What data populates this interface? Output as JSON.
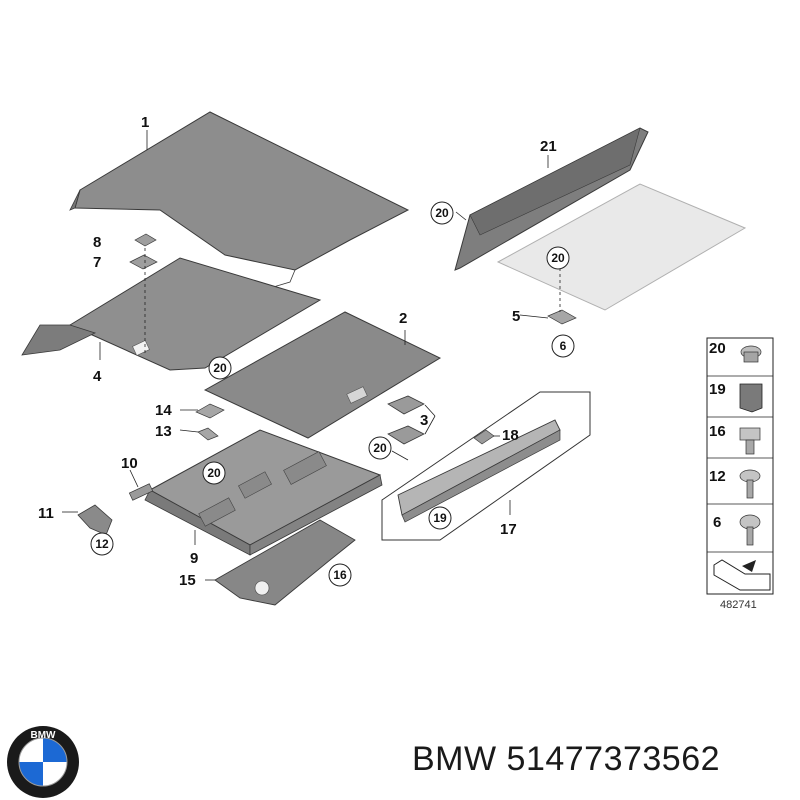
{
  "diagram": {
    "callouts": [
      {
        "id": "1",
        "label": "1"
      },
      {
        "id": "2",
        "label": "2"
      },
      {
        "id": "3",
        "label": "3"
      },
      {
        "id": "4",
        "label": "4"
      },
      {
        "id": "5",
        "label": "5"
      },
      {
        "id": "6",
        "label": "6"
      },
      {
        "id": "7",
        "label": "7"
      },
      {
        "id": "8",
        "label": "8"
      },
      {
        "id": "9",
        "label": "9"
      },
      {
        "id": "10",
        "label": "10"
      },
      {
        "id": "11",
        "label": "11"
      },
      {
        "id": "12",
        "label": "12"
      },
      {
        "id": "13",
        "label": "13"
      },
      {
        "id": "14",
        "label": "14"
      },
      {
        "id": "15",
        "label": "15"
      },
      {
        "id": "16",
        "label": "16"
      },
      {
        "id": "17",
        "label": "17"
      },
      {
        "id": "18",
        "label": "18"
      },
      {
        "id": "20",
        "label": "20"
      },
      {
        "id": "21",
        "label": "21"
      },
      {
        "id": "19",
        "label": "19"
      }
    ],
    "legend": [
      "20",
      "19",
      "16",
      "12",
      "6"
    ],
    "diagram_id": "482741"
  },
  "footer": {
    "part_number": "BMW 51477373562",
    "logo_letters": "BMW"
  },
  "colors": {
    "panel_dark": "#8d8d8d",
    "panel_mid": "#9a9a9a",
    "panel_light": "#e9e9e9",
    "outline": "#3a3a3a",
    "logo_blue": "#1c69d4",
    "logo_ring": "#1a1a1a"
  }
}
